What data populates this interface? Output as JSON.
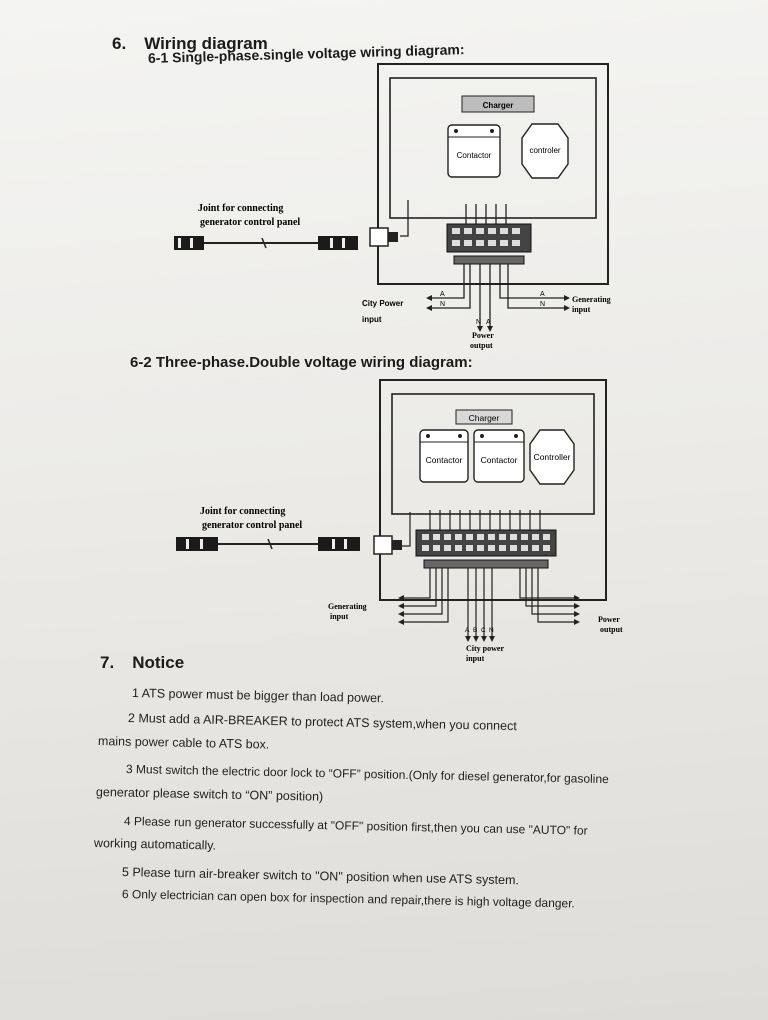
{
  "section6": {
    "number": "6.",
    "title": "Wiring diagram",
    "sub1": "6-1 Single-phase.single voltage wiring diagram:",
    "sub2": "6-2 Three-phase.Double voltage wiring diagram:"
  },
  "diagram1": {
    "charger": "Charger",
    "contactor": "Contactor",
    "controller": "controler",
    "joint_line1": "Joint for connecting",
    "joint_line2": "generator control panel",
    "city_power_line1": "City Power",
    "city_power_line2": "input",
    "power_output_line1": "Power",
    "power_output_line2": "output",
    "generating_line1": "Generating",
    "generating_line2": "input",
    "wire_a1": "A",
    "wire_n1": "N",
    "wire_a2": "A",
    "wire_n2": "N",
    "wire_n3": "N",
    "wire_a3": "A"
  },
  "diagram2": {
    "charger": "Charger",
    "contactor1": "Contactor",
    "contactor2": "Contactor",
    "controller": "Controller",
    "joint_line1": "Joint for connecting",
    "joint_line2": "generator control panel",
    "generating_line1": "Generating",
    "generating_line2": "input",
    "power_output_line1": "Power",
    "power_output_line2": "output",
    "city_power_line1": "City power",
    "city_power_line2": "input",
    "phases": [
      "A",
      "B",
      "C",
      "N"
    ]
  },
  "section7": {
    "number": "7.",
    "title": "Notice",
    "items": [
      "1 ATS power must be bigger than load power.",
      "2 Must add a AIR-BREAKER to protect ATS system,when you connect",
      "mains power cable to ATS box.",
      "3 Must switch the electric door lock to  “OFF”  position.(Only for diesel generator,for gasoline",
      "generator please switch to  “ON” position)",
      "4 Please run generator successfully at \"OFF\" position first,then you can use  \"AUTO\" for",
      "working automatically.",
      "5 Please turn air-breaker switch to \"ON\" position when use ATS system.",
      "6 Only electrician can open box for inspection and repair,there is high voltage  danger."
    ]
  }
}
